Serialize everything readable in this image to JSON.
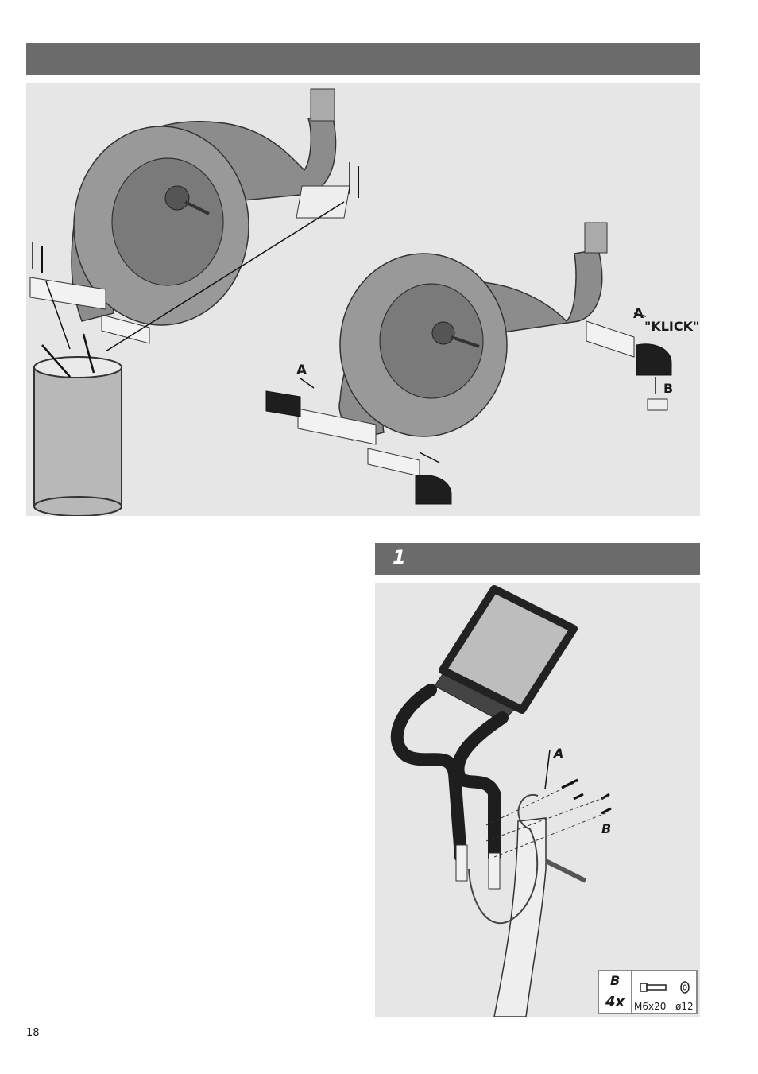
{
  "step": {
    "number": "1"
  },
  "labels": {
    "a": "A",
    "b": "B",
    "klick": "\"KLICK\""
  },
  "legend": {
    "letter": "B",
    "quantity": "4x",
    "bolt_size": "M6x20",
    "washer_size": "ø12"
  },
  "page_number": "18",
  "icons": [
    "bolt-icon",
    "washer-icon",
    "arrow-icon"
  ],
  "colors": {
    "header_bar": "#6b6b6b",
    "panel_bg": "#e6e6e6",
    "frame_gray": "#8c8c8c",
    "dark_part": "#1e1e1e"
  }
}
